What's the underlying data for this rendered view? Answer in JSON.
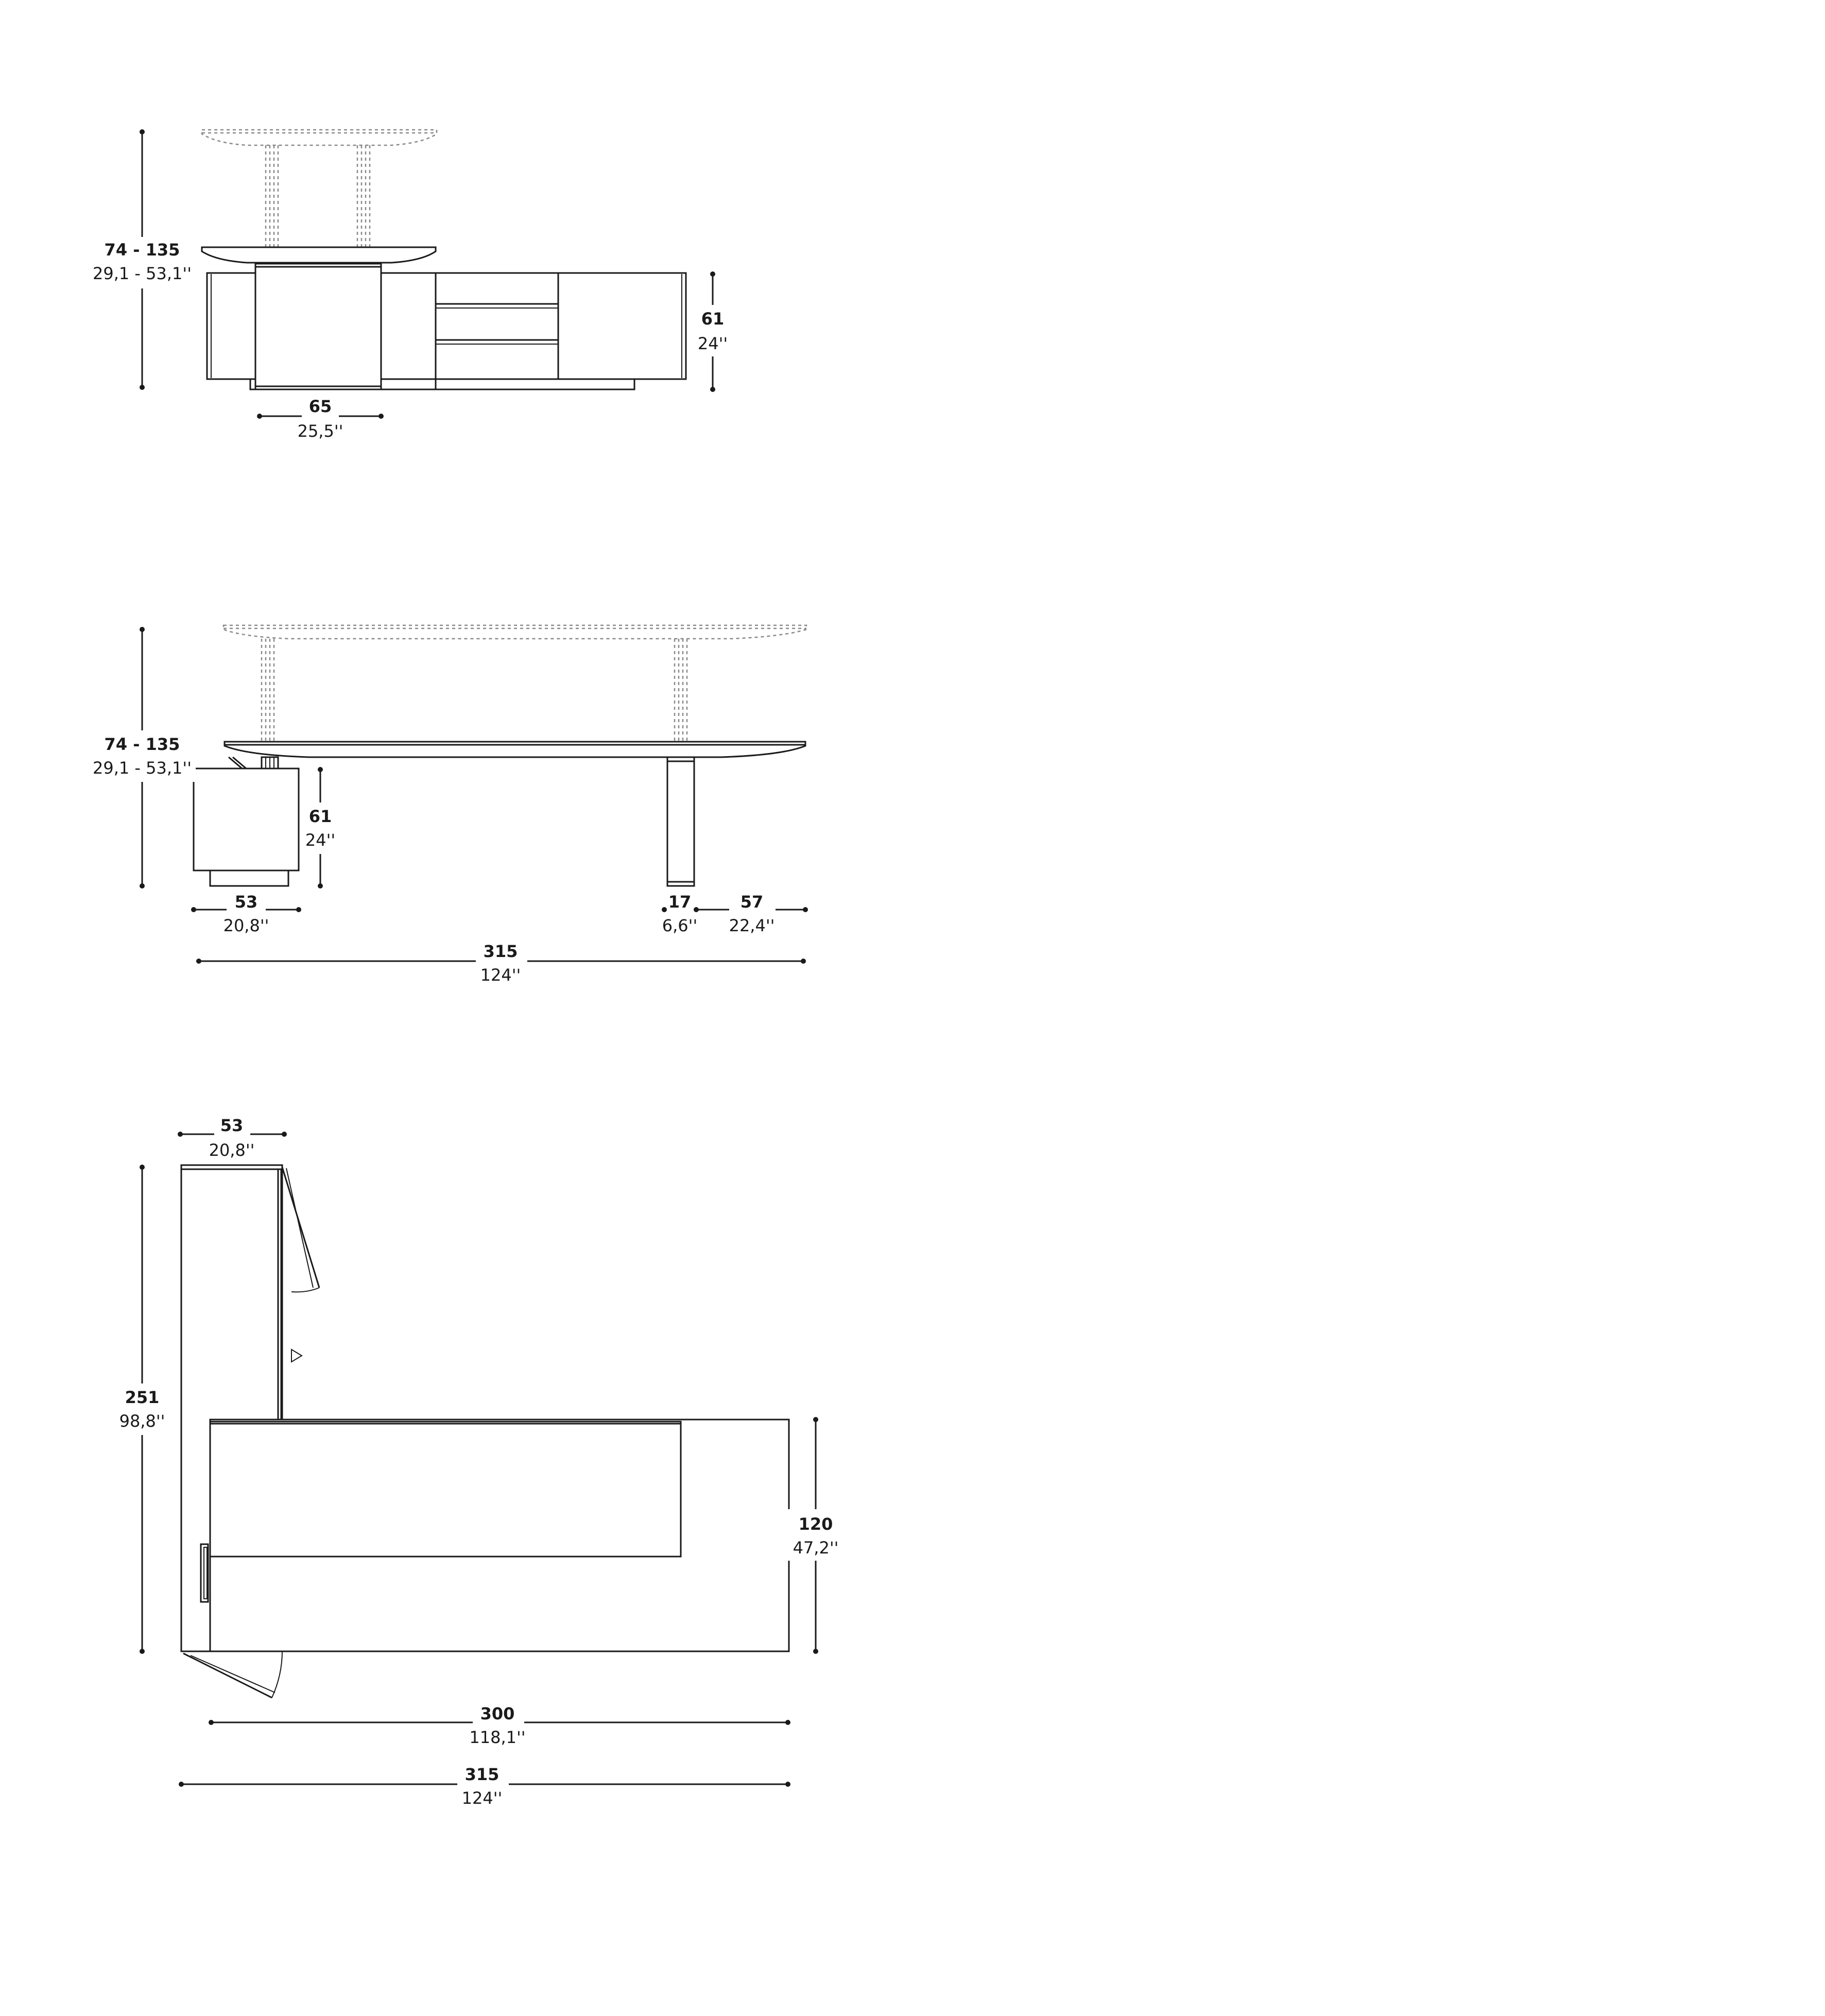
{
  "views": {
    "front": {
      "height_cm": "74 - 135",
      "height_in": "29,1 - 53,1''",
      "cabinet_height_cm": "61",
      "cabinet_height_in": "24''",
      "column_width_cm": "65",
      "column_width_in": "25,5''"
    },
    "side": {
      "height_cm": "74 - 135",
      "height_in": "29,1 - 53,1''",
      "cabinet_height_cm": "61",
      "cabinet_height_in": "24''",
      "cabinet_depth_cm": "53",
      "cabinet_depth_in": "20,8''",
      "leg_width_cm": "17",
      "leg_width_in": "6,6''",
      "leg_offset_cm": "57",
      "leg_offset_in": "22,4''",
      "total_length_cm": "315",
      "total_length_in": "124''"
    },
    "plan": {
      "cabinet_depth_cm": "53",
      "cabinet_depth_in": "20,8''",
      "total_depth_cm": "251",
      "total_depth_in": "98,8''",
      "desk_depth_cm": "120",
      "desk_depth_in": "47,2''",
      "desk_length_cm": "300",
      "desk_length_in": "118,1''",
      "total_length_cm": "315",
      "total_length_in": "124''"
    }
  }
}
